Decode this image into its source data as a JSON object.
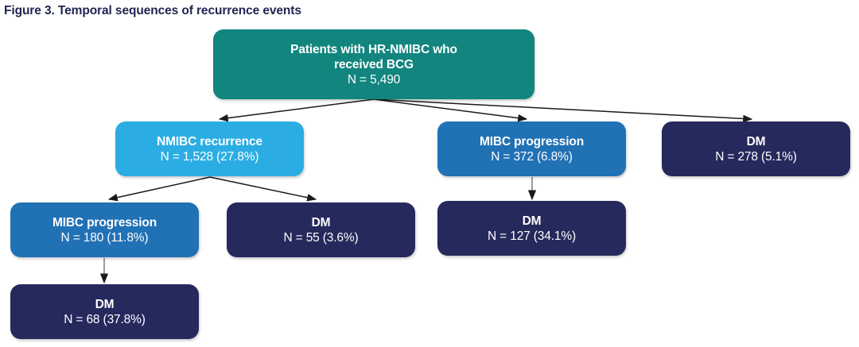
{
  "figure": {
    "title": "Figure 3. Temporal sequences of recurrence events"
  },
  "colors": {
    "teal": "#11857e",
    "light_blue": "#2badE4",
    "medium_blue": "#2171b5",
    "dark_navy": "#26295c",
    "title_text": "#1f2550",
    "edge_stroke": "#1a1a1a",
    "edge_stroke_gray": "#808080",
    "background": "#ffffff"
  },
  "chart_data": {
    "type": "diagram",
    "title": "Figure 3. Temporal sequences of recurrence events",
    "nodes": [
      {
        "id": "root",
        "label": "Patients with HR-NMIBC who received BCG",
        "label_line1": "Patients with HR-NMIBC who",
        "label_line2": "received BCG",
        "count_text": "N = 5,490",
        "n": 5490,
        "percent": null,
        "color": "#11857e",
        "level": 0
      },
      {
        "id": "nmibc-recurrence",
        "label": "NMIBC recurrence",
        "count_text": "N = 1,528 (27.8%)",
        "n": 1528,
        "percent": 27.8,
        "color": "#2badE4",
        "level": 1
      },
      {
        "id": "mibc-progression-l1",
        "label": "MIBC progression",
        "count_text": "N = 372 (6.8%)",
        "n": 372,
        "percent": 6.8,
        "color": "#2171b5",
        "level": 1
      },
      {
        "id": "dm-l1",
        "label": "DM",
        "count_text": "N = 278 (5.1%)",
        "n": 278,
        "percent": 5.1,
        "color": "#26295c",
        "level": 1
      },
      {
        "id": "mibc-progression-l2",
        "label": "MIBC progression",
        "count_text": "N = 180 (11.8%)",
        "n": 180,
        "percent": 11.8,
        "color": "#2171b5",
        "level": 2
      },
      {
        "id": "dm-l2-left",
        "label": "DM",
        "count_text": "N = 55 (3.6%)",
        "n": 55,
        "percent": 3.6,
        "color": "#26295c",
        "level": 2
      },
      {
        "id": "dm-l2-right",
        "label": "DM",
        "count_text": "N = 127 (34.1%)",
        "n": 127,
        "percent": 34.1,
        "color": "#26295c",
        "level": 2
      },
      {
        "id": "dm-l3",
        "label": "DM",
        "count_text": "N = 68 (37.8%)",
        "n": 68,
        "percent": 37.8,
        "color": "#26295c",
        "level": 3
      }
    ],
    "edges": [
      {
        "from": "root",
        "to": "nmibc-recurrence"
      },
      {
        "from": "root",
        "to": "mibc-progression-l1"
      },
      {
        "from": "root",
        "to": "dm-l1"
      },
      {
        "from": "nmibc-recurrence",
        "to": "mibc-progression-l2"
      },
      {
        "from": "nmibc-recurrence",
        "to": "dm-l2-left"
      },
      {
        "from": "mibc-progression-l1",
        "to": "dm-l2-right"
      },
      {
        "from": "mibc-progression-l2",
        "to": "dm-l3"
      }
    ]
  }
}
